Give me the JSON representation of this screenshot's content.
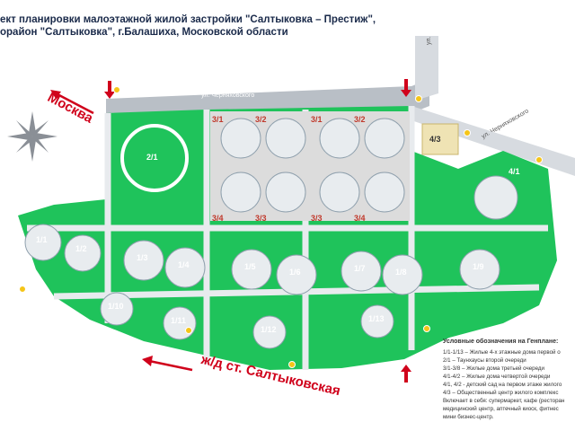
{
  "map": {
    "title_line1": "ект планировки малоэтажной жилой застройки \"Салтыковка – Престиж\",",
    "title_line2": "орайон \"Салтыковка\", г.Балашиха, Московской области",
    "direction_moscow": "Москва",
    "direction_station": "ж/д ст. Салтыковская",
    "street_main": "ул. Черняховского",
    "street_diag": "ул. Черняховского",
    "street_vertical": "ул.",
    "colors": {
      "green": "#1fc35b",
      "gray": "#d9d9d9",
      "road": "#b9bfc6",
      "red": "#d0021b",
      "yellow": "#f5c518"
    }
  },
  "block_labels": {
    "b21": "2/1",
    "b31a": "3/1",
    "b32a": "3/2",
    "b31b": "3/1",
    "b32b": "3/2",
    "b33a": "3/3",
    "b34a": "3/4",
    "b33b": "3/3",
    "b34b": "3/4",
    "b43": "4/3",
    "b41": "4/1",
    "b11": "1/1",
    "b12": "1/2",
    "b13": "1/3",
    "b14": "1/4",
    "b15": "1/5",
    "b16": "1/6",
    "b17": "1/7",
    "b18": "1/8",
    "b19": "1/9",
    "b110": "1/10",
    "b111": "1/11",
    "b112": "1/12",
    "b113": "1/13"
  },
  "legend": {
    "title": "Условные обозначения на Генплане:",
    "items": [
      "1/1-1/13 – Жилые 4-х этажные дома первой о",
      "2/1 – Таунхаусы второй очереди",
      "3/1-3/8 – Жилые дома третьей очереди",
      "4/1-4/2 – Жилые дома четвертой очереди",
      "4/1, 4/2 - детский сад на первом этаже жилого",
      "4/3 – Общественный центр жилого комплекс",
      "Включает в себя: супермаркет, кафе (ресторан",
      "медицинский центр, аптечный киоск, фитнес",
      "мини бизнес-центр."
    ]
  }
}
